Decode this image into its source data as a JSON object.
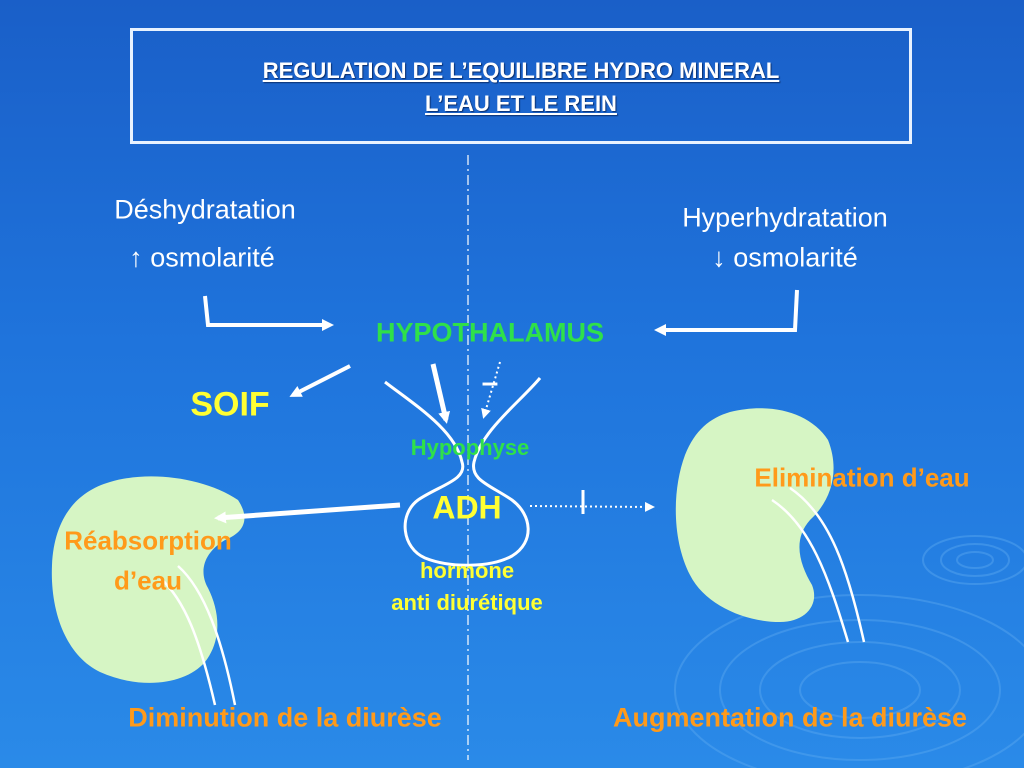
{
  "title": {
    "line1": "REGULATION DE L’EQUILIBRE HYDRO MINERAL",
    "line2": "L’EAU ET LE REIN"
  },
  "left_state": {
    "name": "Déshydratation",
    "osmolarity": "↑ osmolarité"
  },
  "right_state": {
    "name": "Hyperhydratation",
    "osmolarity": "↓ osmolarité"
  },
  "center": {
    "hypothalamus": "HYPOTHALAMUS",
    "hypophyse": "Hypophyse",
    "adh": "ADH",
    "hormone_line1": "hormone",
    "hormone_line2": "anti diurétique",
    "inhibit_sign": "–"
  },
  "soif": "SOIF",
  "left_kidney": {
    "label_line1": "Réabsorption",
    "label_line2": "d’eau"
  },
  "right_kidney": {
    "label": "Elimination d’eau"
  },
  "bottom": {
    "left": "Diminution de la diurèse",
    "right": "Augmentation de la diurèse"
  },
  "colors": {
    "background": "#1f74dc",
    "green_text": "#2fe04a",
    "yellow_text": "#ffff33",
    "orange_text": "#ff9a1a",
    "kidney_fill": "#d6f5c4"
  }
}
